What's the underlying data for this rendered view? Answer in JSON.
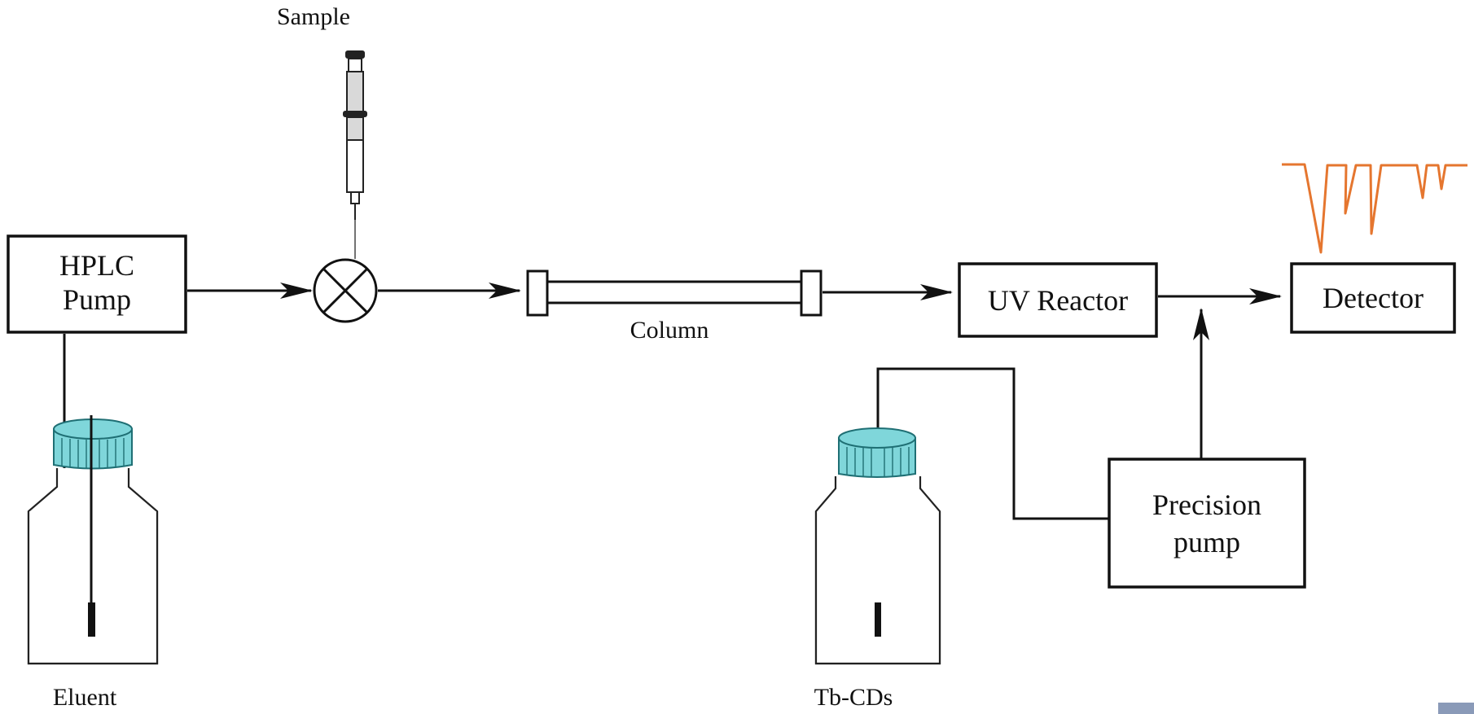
{
  "diagram": {
    "title": "HPLC with UV reactor and Tb-CDs post-column detection",
    "labels": {
      "sample": "Sample",
      "hplc_pump_line1": "HPLC",
      "hplc_pump_line2": "Pump",
      "column": "Column",
      "uv_reactor": "UV Reactor",
      "detector": "Detector",
      "precision_pump_line1": "Precision",
      "precision_pump_line2": "pump",
      "eluent": "Eluent",
      "tb_cds": "Tb-CDs"
    },
    "colors": {
      "chromatogram": "#e5762f",
      "cap": "#7fd6da",
      "eluent_liquid": "#f4f9dc",
      "tbcds_liquid": "#fbf6c6",
      "corner_tab": "#8a9ab8"
    },
    "flow": [
      "Eluent -> HPLC Pump",
      "HPLC Pump -> Injector valve",
      "Sample -> Injector valve",
      "Injector valve -> Column",
      "Column -> UV Reactor",
      "UV Reactor -> Detector",
      "Tb-CDs -> Precision pump",
      "Precision pump -> junction before Detector"
    ]
  }
}
